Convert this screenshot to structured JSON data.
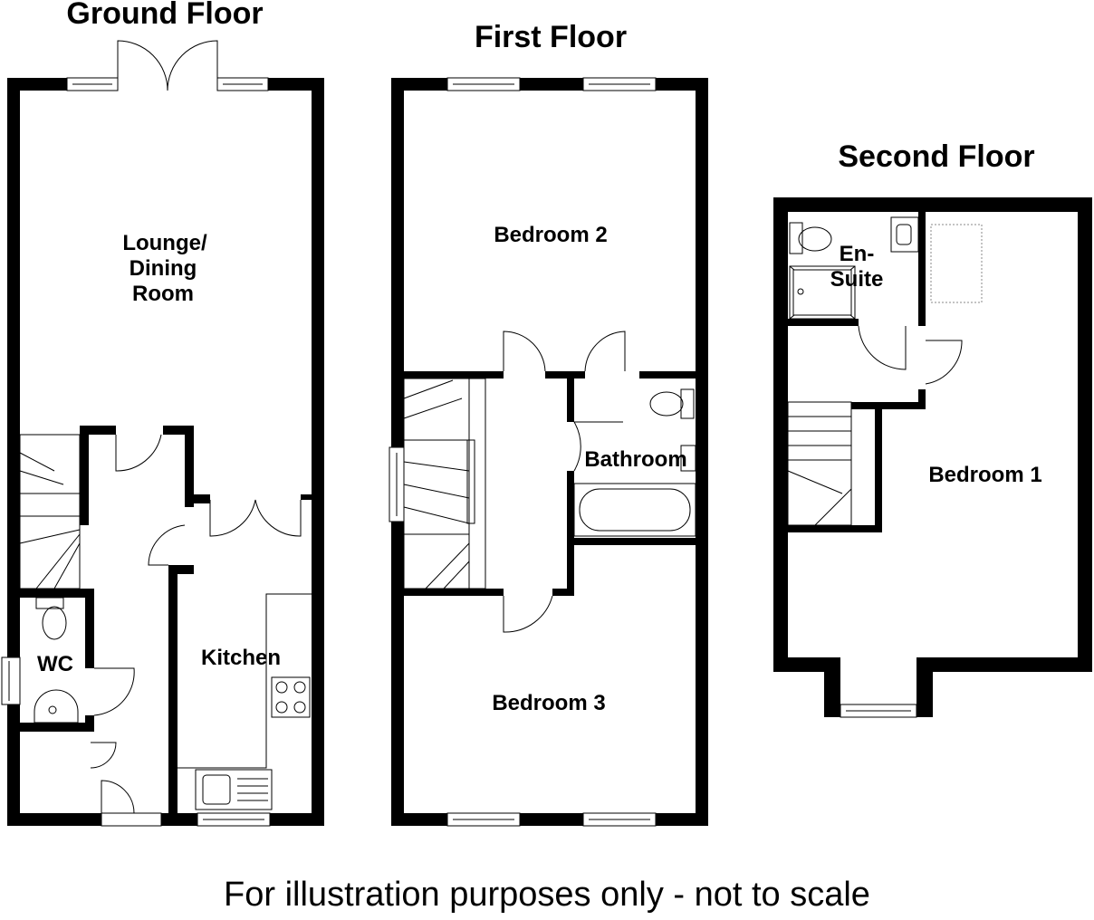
{
  "floors": {
    "ground": {
      "title": "Ground Floor",
      "rooms": {
        "lounge_line1": "Lounge/",
        "lounge_line2": "Dining",
        "lounge_line3": "Room",
        "kitchen": "Kitchen",
        "wc": "WC"
      }
    },
    "first": {
      "title": "First Floor",
      "rooms": {
        "bedroom2": "Bedroom 2",
        "bathroom": "Bathroom",
        "bedroom3": "Bedroom 3"
      }
    },
    "second": {
      "title": "Second Floor",
      "rooms": {
        "ensuite_line1": "En-",
        "ensuite_line2": "Suite",
        "bedroom1": "Bedroom 1"
      }
    }
  },
  "footer": {
    "disclaimer": "For illustration purposes only - not to scale"
  }
}
